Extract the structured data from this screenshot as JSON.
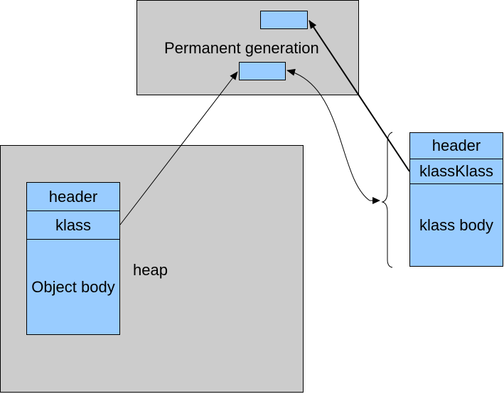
{
  "diagram": {
    "permanent_generation": {
      "label": "Permanent generation"
    },
    "heap": {
      "label": "heap",
      "object": {
        "header": "header",
        "klass": "klass",
        "body": "Object body"
      }
    },
    "klass_object": {
      "header": "header",
      "klass_klass": "klassKlass",
      "body": "klass body"
    }
  },
  "colors": {
    "region_fill": "#cccccc",
    "cell_fill": "#99ccff",
    "outline": "#000000"
  }
}
